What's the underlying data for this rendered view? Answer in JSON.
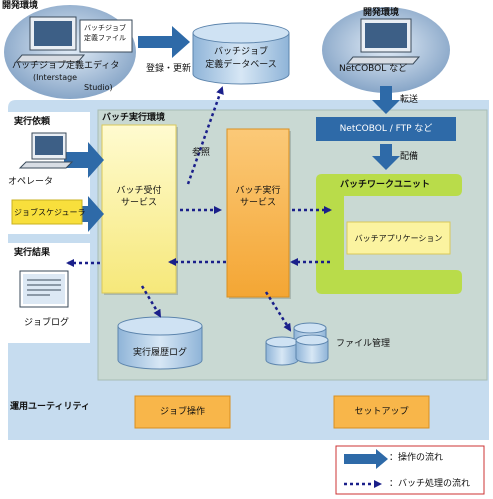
{
  "dev_env_left": {
    "heading": "開発環境",
    "doc_label_1": "バッチジョブ",
    "doc_label_2": "定義ファイル",
    "editor_label": "バッチジョブ定義エディタ",
    "editor_sub_1": "(Interstage",
    "editor_sub_2": "Studio)"
  },
  "register_update": "登録・更新",
  "db": {
    "line1": "バッチジョブ",
    "line2": "定義データベース"
  },
  "dev_env_right": {
    "heading": "開発環境",
    "label": "NetCOBOL など"
  },
  "transfer": "転送",
  "netcobol_ftp": "NetCOBOL / FTP など",
  "deploy": "配備",
  "request": {
    "heading": "実行依頼",
    "operator": "オペレータ",
    "scheduler": "ジョブスケジューラ"
  },
  "result": {
    "heading": "実行結果",
    "joblog": "ジョブログ"
  },
  "batch_env": {
    "heading": "バッチ実行環境",
    "ref": "参照"
  },
  "receive_service": {
    "line1": "バッチ受付",
    "line2": "サービス"
  },
  "exec_service": {
    "line1": "バッチ実行",
    "line2": "サービス"
  },
  "work_unit": {
    "heading": "バッチワークユニット",
    "app": "バッチアプリケーション"
  },
  "history_log": "実行履歴ログ",
  "file_mgmt": "ファイル管理",
  "ops_utility": {
    "heading": "運用ユーティリティ",
    "job_ops": "ジョブ操作",
    "setup": "セットアップ"
  },
  "legend": {
    "op_flow": "：操作の流れ",
    "batch_flow": "：バッチ処理の流れ"
  },
  "colors": {
    "flow_arrow": "#2e6aa8",
    "dotted_flow": "#1a1f8a",
    "light_blue": "#c6dcef",
    "gray_green": "#c9d9d3",
    "yellow": "#fbf3a0",
    "orange": "#f8b64a",
    "green": "#b9dc4a",
    "legend_border": "#cc3333"
  }
}
